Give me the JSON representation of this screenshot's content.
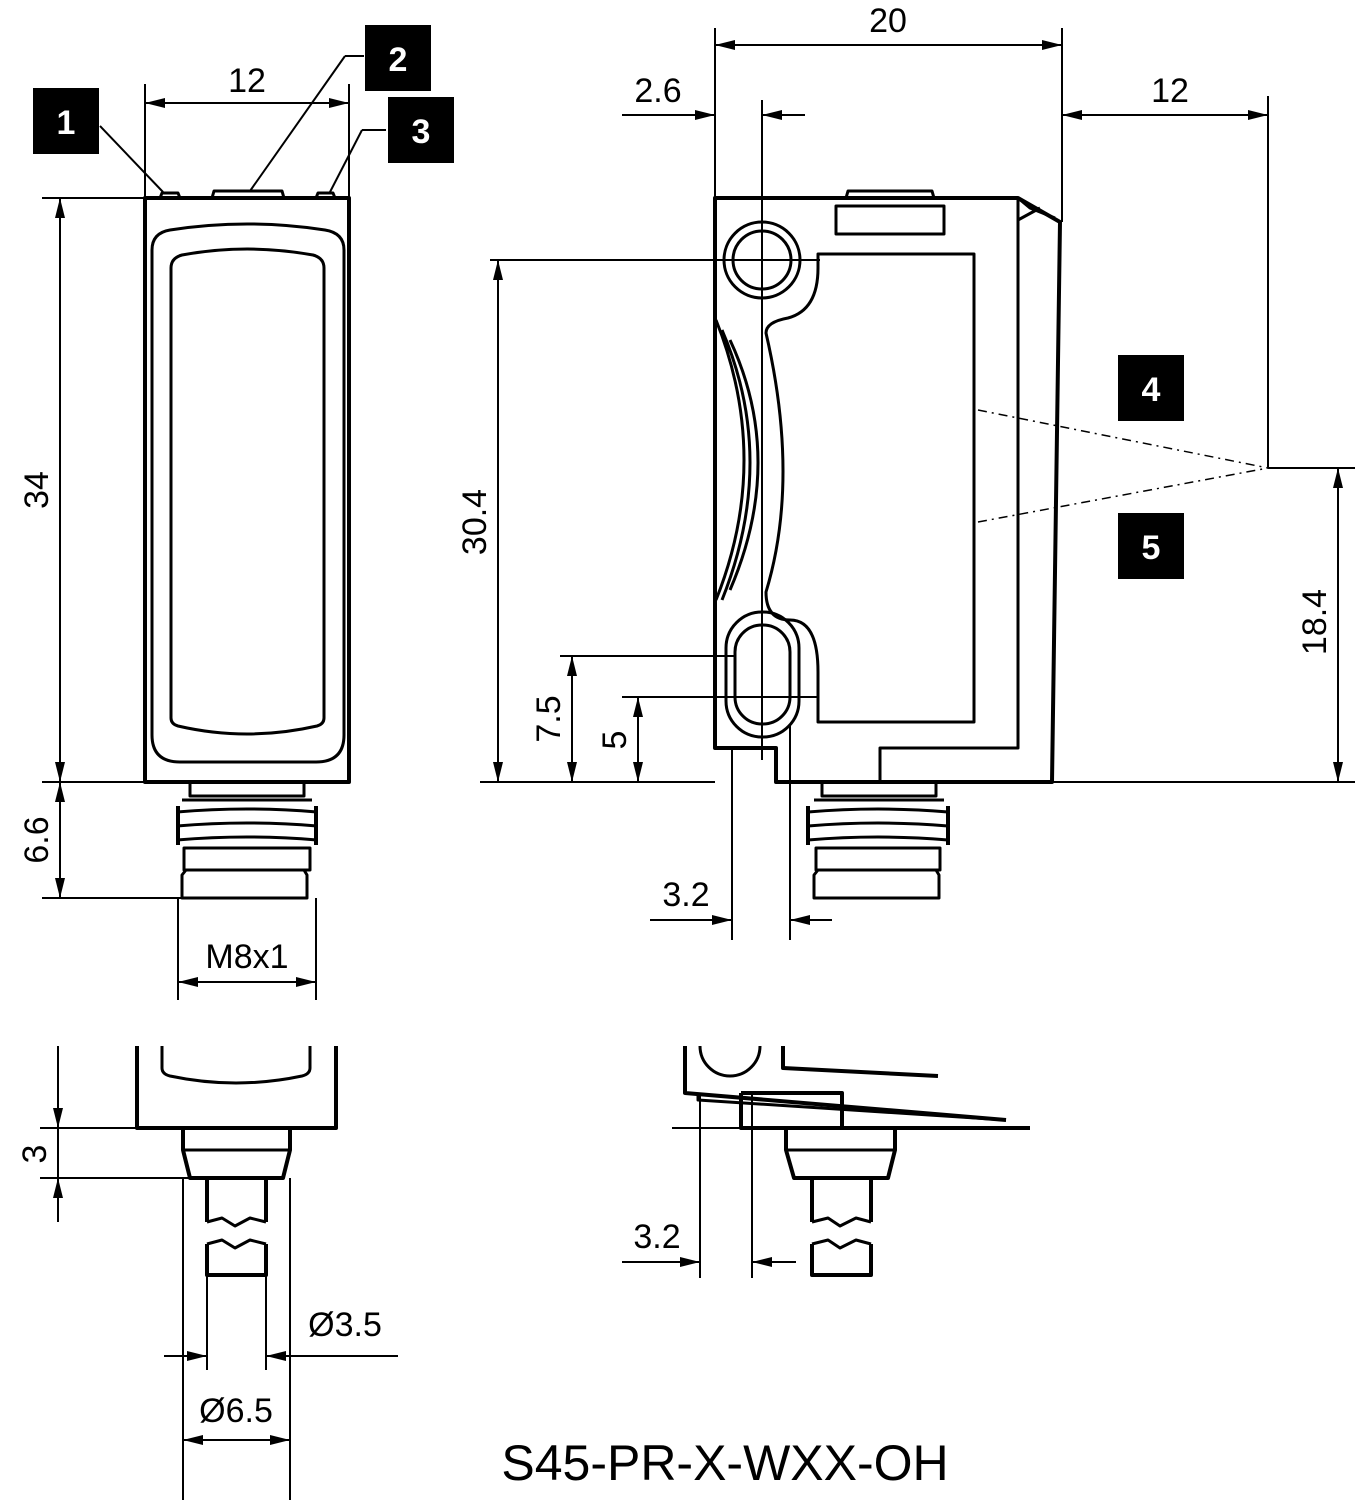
{
  "title": "S45-PR-X-WXX-OH",
  "callouts": [
    "1",
    "2",
    "3",
    "4",
    "5"
  ],
  "dimensions": {
    "front_width": "12",
    "front_height": "34",
    "connector_length": "6.6",
    "thread": "M8x1",
    "side_width": "20",
    "hole_offset": "2.6",
    "beam_distance": "12",
    "hole_spacing": "30.4",
    "optical_axis_height": "18.4",
    "lower_hole_center": "7.5",
    "lower_hole_edge": "5",
    "hole_diameter_offset": "3.2",
    "cable_step": "3",
    "cable_inner_diameter": "Ø3.5",
    "cable_outer_diameter": "Ø6.5",
    "cable_offset": "3.2"
  }
}
